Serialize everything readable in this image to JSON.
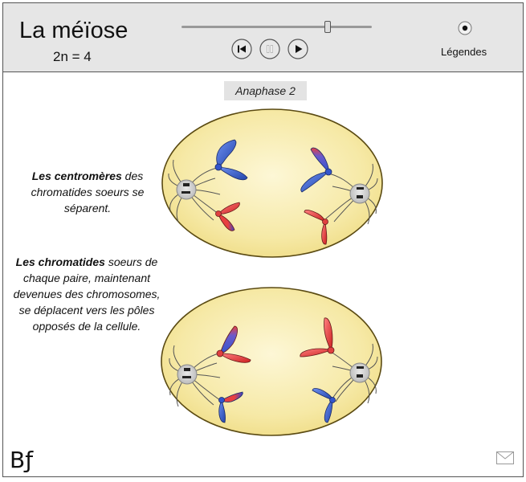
{
  "app": {
    "title": "La méïose",
    "subtitle": "2n = 4"
  },
  "player": {
    "progress": 0.77,
    "buttons": [
      "restart-icon",
      "pause-icon",
      "play-icon"
    ]
  },
  "legend": {
    "label": "Légendes",
    "selected": true
  },
  "phase": {
    "label": "Anaphase 2"
  },
  "captions": {
    "first_bold": "Les centromères",
    "first_rest": " des chromatides soeurs se séparent.",
    "second_bold": "Les chromatides",
    "second_rest": " soeurs de chaque paire, maintenant devenues des chromosomes, se déplacent vers les pôles opposés de la cellule."
  },
  "footer": {
    "logo": "Bƒ",
    "mail_icon": "envelope-icon"
  },
  "colors": {
    "cell_fill": "#f6e9a6",
    "cell_stroke": "#5a4a12",
    "blue_chromatid": "#3355cc",
    "red_chromatid": "#e04040",
    "centriole": "#c8c8c8"
  }
}
